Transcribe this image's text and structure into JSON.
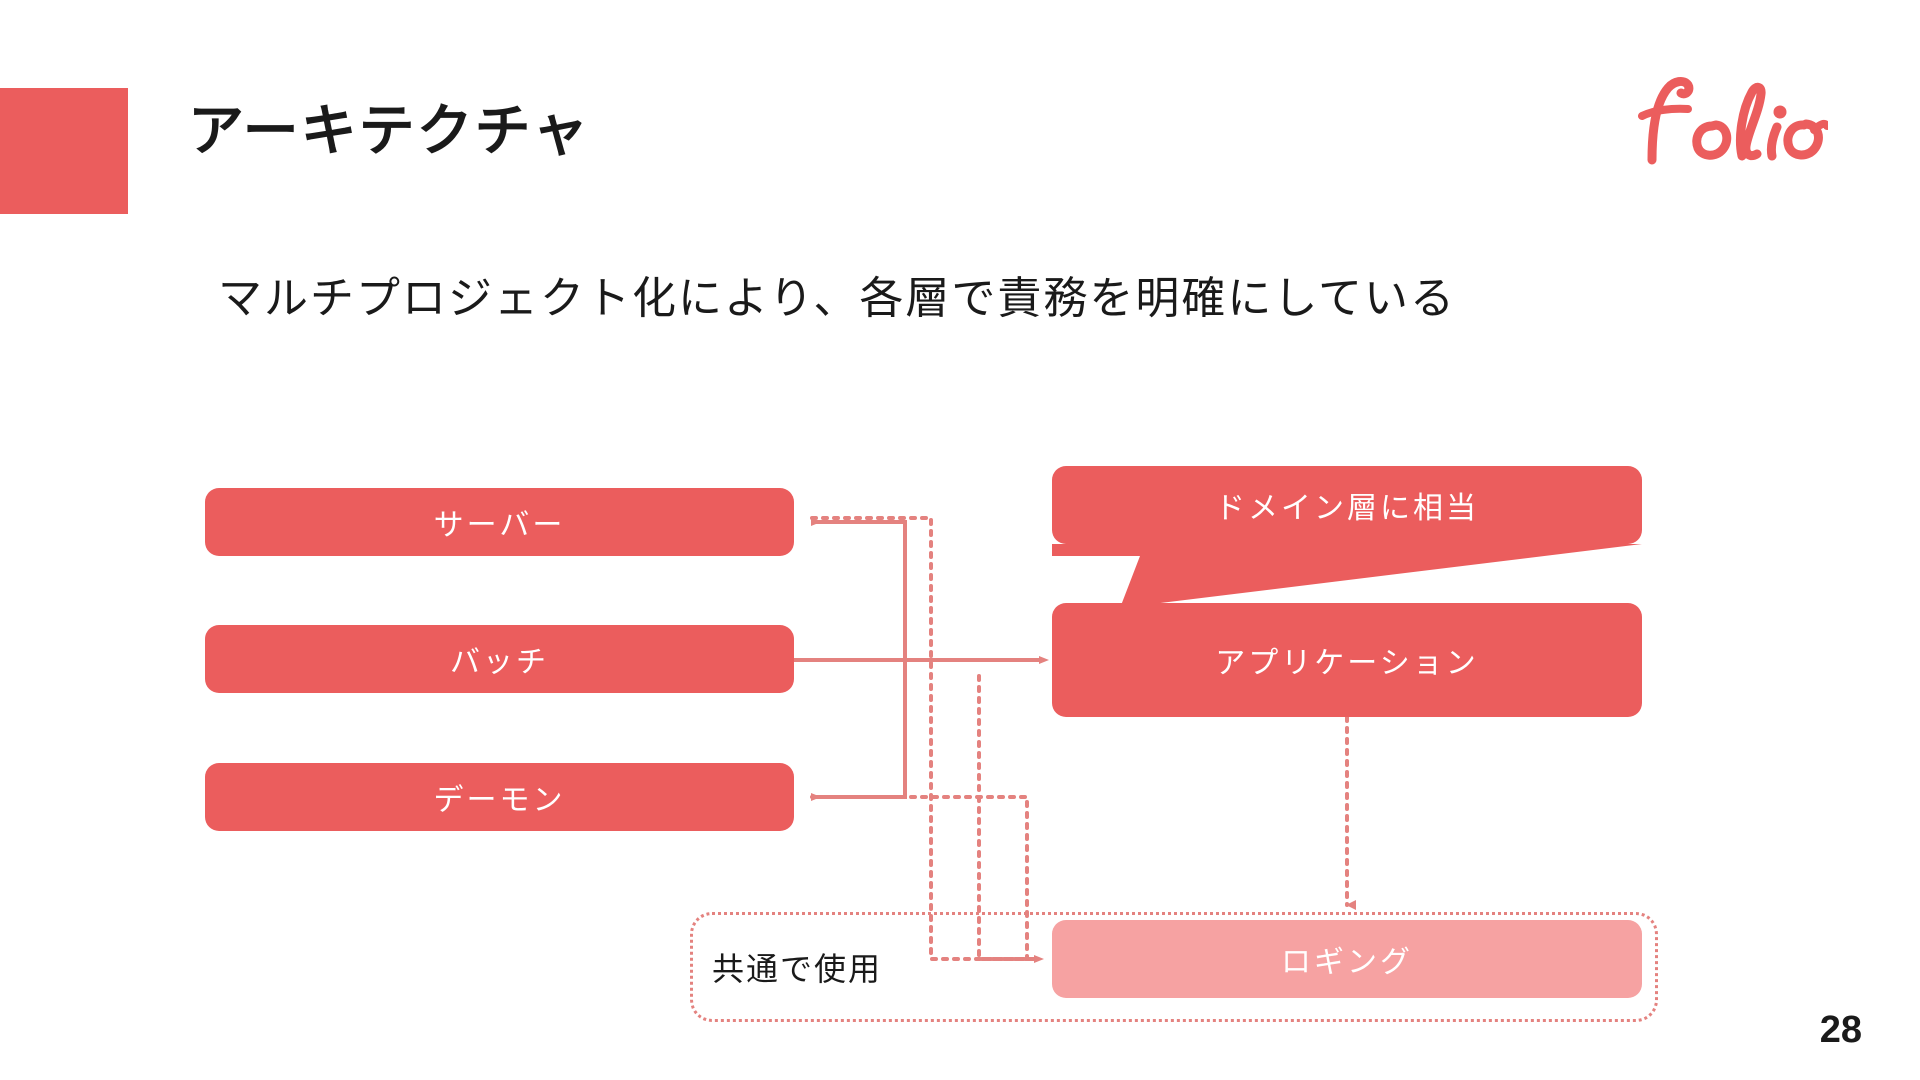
{
  "slide": {
    "title": "アーキテクチャ",
    "subtitle": "マルチプロジェクト化により、各層で責務を明確にしている",
    "page_number": "28",
    "brand_name": "folio",
    "colors": {
      "brand_red": "#EB5D5D",
      "soft_red": "#F6A2A2",
      "connector_red": "#E4827F",
      "text_dark": "#1a1a1a",
      "background": "#ffffff"
    }
  },
  "diagram": {
    "nodes": [
      {
        "id": "server",
        "label": "サーバー",
        "style": "primary"
      },
      {
        "id": "batch",
        "label": "バッチ",
        "style": "primary"
      },
      {
        "id": "daemon",
        "label": "デーモン",
        "style": "primary"
      },
      {
        "id": "application",
        "label": "アプリケーション",
        "style": "primary"
      },
      {
        "id": "logging",
        "label": "ロギング",
        "style": "soft"
      }
    ],
    "callout": {
      "label": "ドメイン層に相当",
      "points_to": "application"
    },
    "group": {
      "label": "共通で使用",
      "contains": [
        "logging"
      ],
      "border_style": "dotted"
    },
    "connectors": [
      {
        "from": "application",
        "to": "server",
        "style": "solid",
        "arrow": true
      },
      {
        "from": "batch",
        "to": "application",
        "style": "solid",
        "arrow": true
      },
      {
        "from": "application",
        "to": "daemon",
        "style": "solid",
        "arrow": true
      },
      {
        "from": "application",
        "to": "logging",
        "style": "dotted",
        "arrow": true
      },
      {
        "from": "server",
        "to": "logging",
        "style": "dotted",
        "arrow": true
      },
      {
        "from": "batch",
        "to": "logging",
        "style": "dotted",
        "arrow": true
      },
      {
        "from": "daemon",
        "to": "logging",
        "style": "dotted",
        "arrow": true
      }
    ]
  }
}
